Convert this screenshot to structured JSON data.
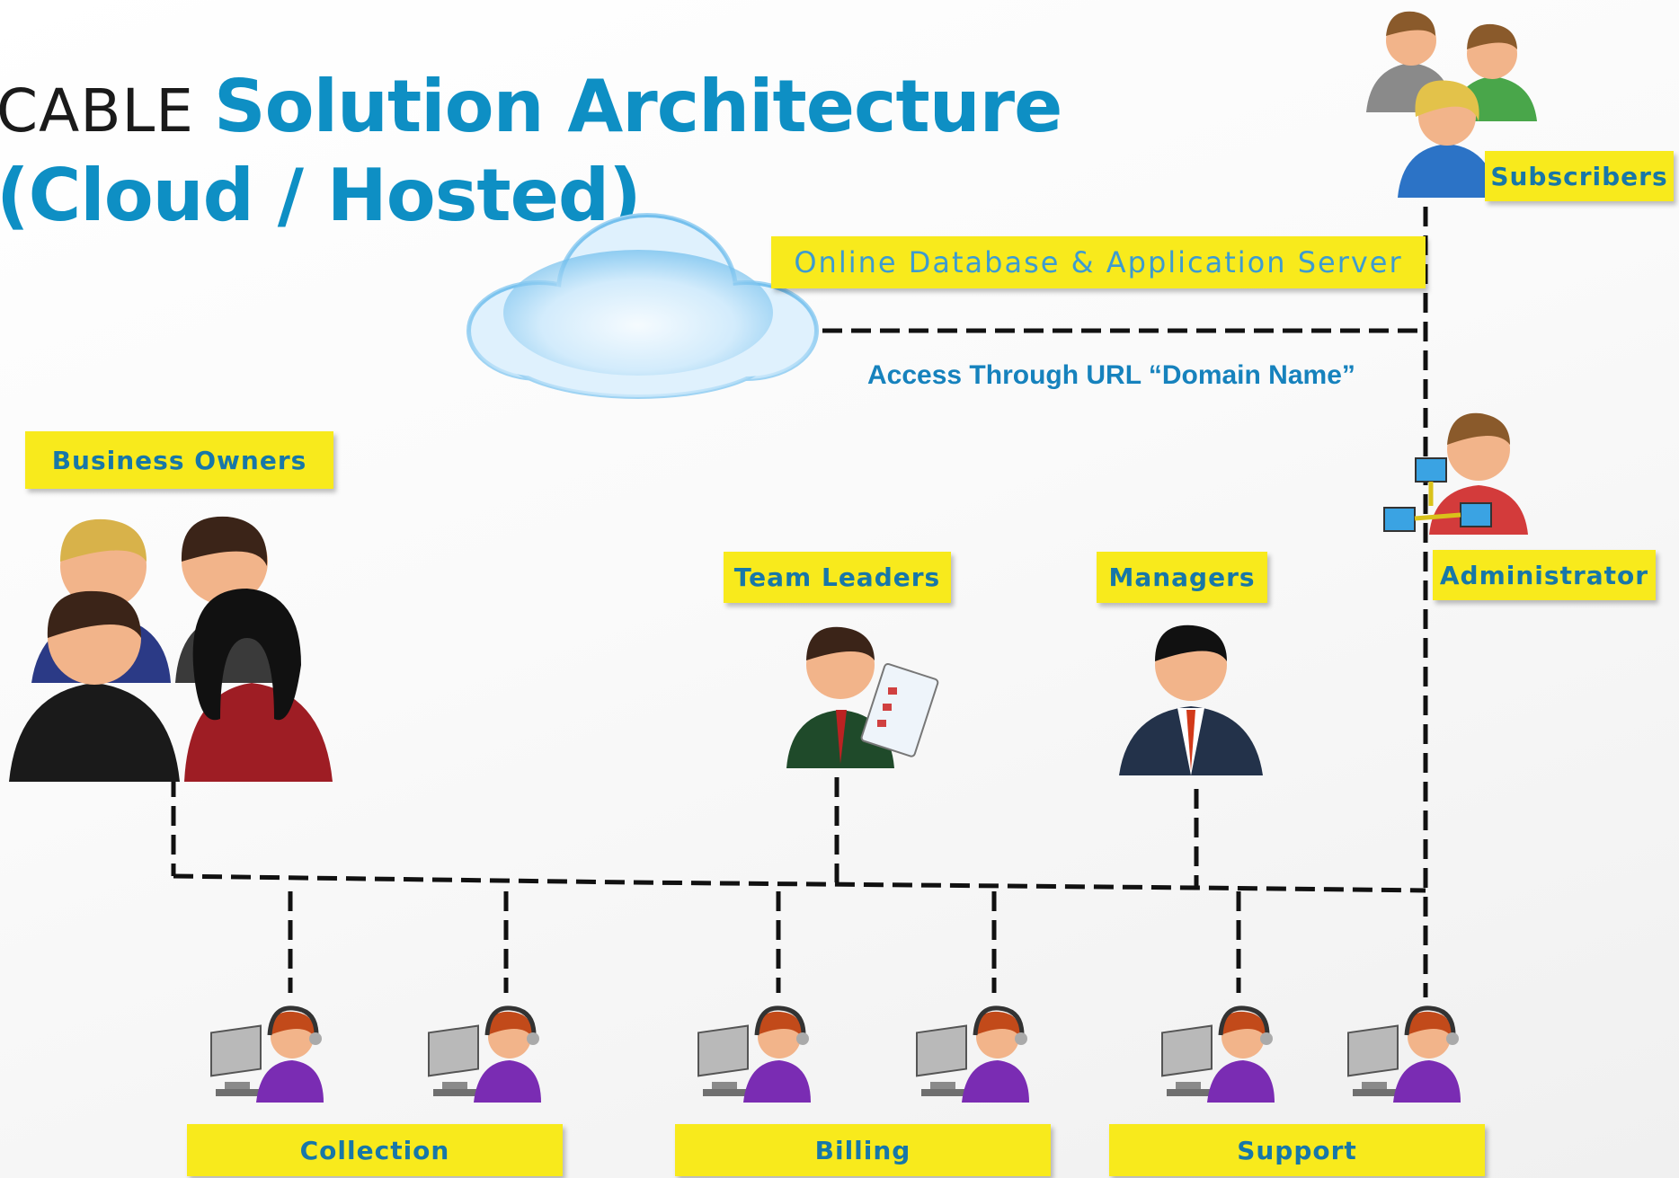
{
  "title": {
    "prefix": "CABLE",
    "line1": "Solution Architecture",
    "line2": "(Cloud / Hosted)"
  },
  "labels": {
    "subscribers": "Subscribers",
    "server": "Online Database & Application Server",
    "business_owners": "Business Owners",
    "team_leaders": "Team Leaders",
    "managers": "Managers",
    "administrator": "Administrator",
    "collection": "Collection",
    "billing": "Billing",
    "support": "Support"
  },
  "access_note": "Access Through URL “Domain Name”",
  "colors": {
    "title_blue": "#0e8fc4",
    "label_yellow": "#f8ea1c",
    "label_text": "#1777a8",
    "connector": "#111111"
  },
  "icons": [
    "cloud-icon",
    "subscribers-group-icon",
    "administrator-icon",
    "business-owners-group-icon",
    "team-leader-icon",
    "manager-icon",
    "agent-workstation-icon"
  ]
}
